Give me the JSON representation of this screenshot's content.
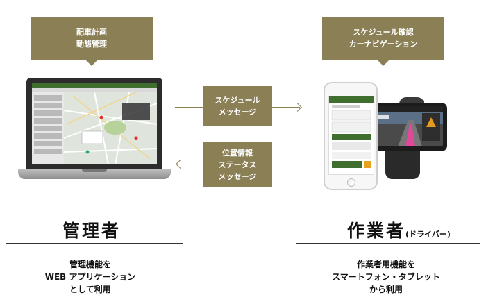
{
  "callouts": {
    "left": {
      "line1": "配車計画",
      "line2": "動態管理"
    },
    "right": {
      "line1": "スケジュール確認",
      "line2": "カーナビゲーション"
    }
  },
  "messages": {
    "to_driver": {
      "line1": "スケジュール",
      "line2": "メッセージ"
    },
    "to_admin": {
      "line1": "位置情報",
      "line2": "ステータス",
      "line3": "メッセージ"
    }
  },
  "roles": {
    "admin": {
      "title": "管理者"
    },
    "driver": {
      "title": "作業者",
      "subtitle": "(ドライバー)"
    }
  },
  "descriptions": {
    "admin": {
      "line1": "管理機能を",
      "line2": "WEB アプリケーション",
      "line3": "として利用"
    },
    "driver": {
      "line1": "作業者用機能を",
      "line2": "スマートフォン・タブレット",
      "line3": "から利用"
    }
  },
  "colors": {
    "accent": "#8a7f55"
  },
  "devices": {
    "admin": "laptop-icon",
    "driver_phone": "smartphone-icon",
    "driver_nav": "car-navigation-icon"
  }
}
